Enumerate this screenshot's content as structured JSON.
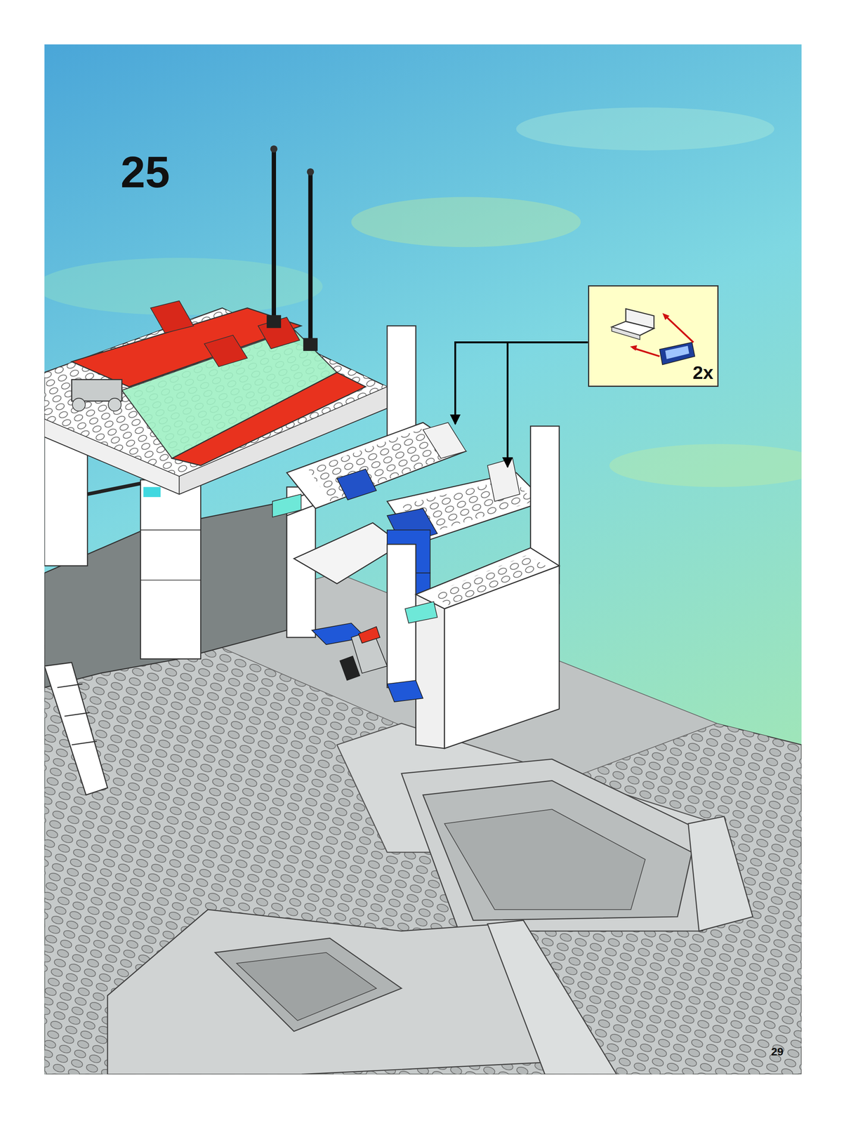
{
  "diagram": {
    "nodes": [
      {
        "text": [
          "2x"
        ]
      }
    ],
    "labels": [
      "25",
      "29"
    ]
  }
}
